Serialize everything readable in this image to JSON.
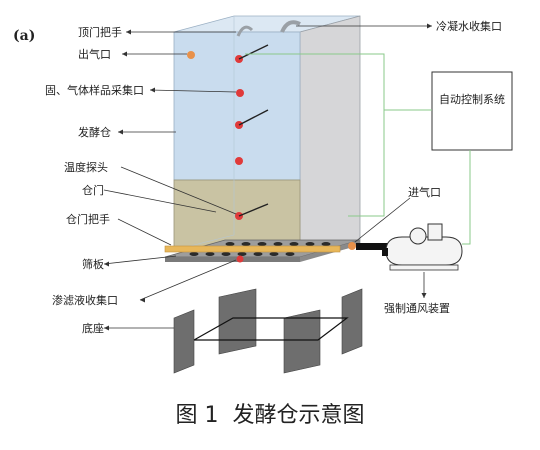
{
  "panel_label": "(a)",
  "labels": {
    "top_handle": "顶门把手",
    "outlet": "出气口",
    "sampling_port": "固、气体样品采集口",
    "chamber": "发酵仓",
    "temp_probe": "温度探头",
    "door": "仓门",
    "door_handle": "仓门把手",
    "sieve": "筛板",
    "leachate_port": "渗滤液收集口",
    "base": "底座",
    "condensate_port": "冷凝水收集口",
    "control_system": "自动控制系统",
    "inlet": "进气口",
    "forced_ventilation": "强制通风装置"
  },
  "caption": "图 1  发酵仓示意图",
  "colors": {
    "chamber_front": "#c9dcee",
    "chamber_side": "#d6d6d8",
    "compost": "#c9c3a3",
    "sensor_red": "#e03a3a",
    "port_orange": "#e8914a",
    "rail": "#e8b75a",
    "leader_green": "#8ac98a"
  },
  "icons": [
    "sensor-dot",
    "outlet-port",
    "handle-icon",
    "blower-icon"
  ]
}
